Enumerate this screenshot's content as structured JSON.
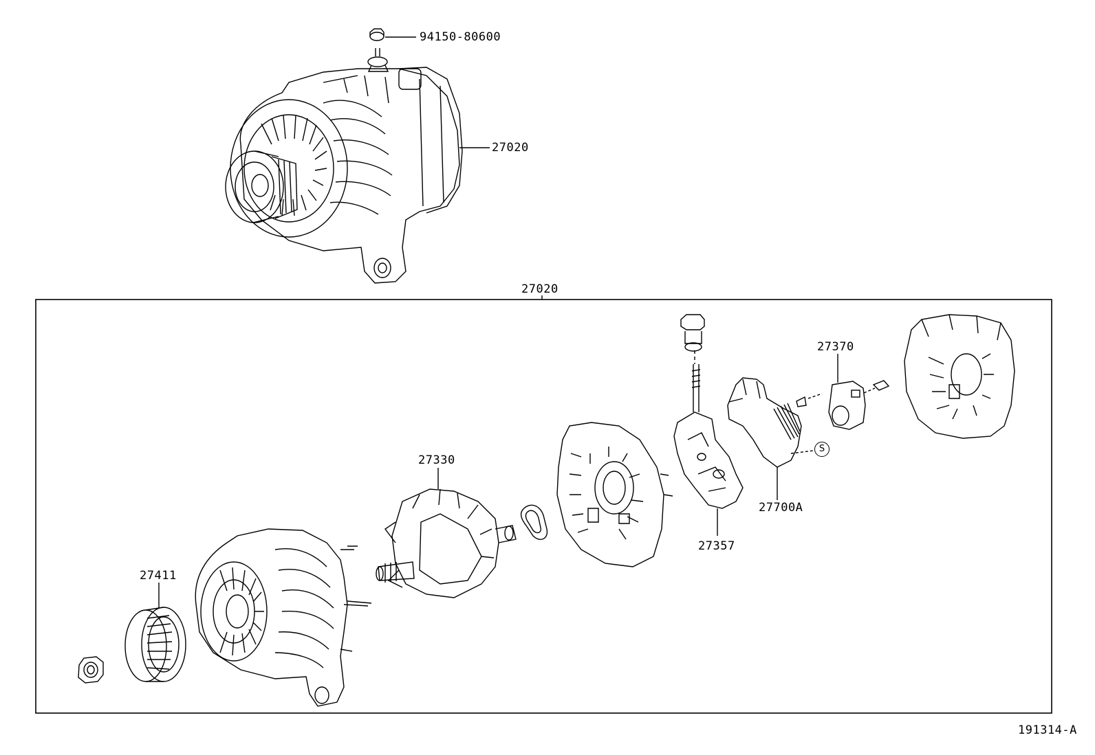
{
  "labels": {
    "bolt_top": "94150-80600",
    "alt_assy_top": "27020",
    "alt_assy_box": "27020",
    "rotor": "27330",
    "pulley": "27411",
    "rectifier": "27357",
    "regulator": "27700A",
    "brush_holder": "27370",
    "drawing_id": "191314-A",
    "s_mark": "S"
  }
}
